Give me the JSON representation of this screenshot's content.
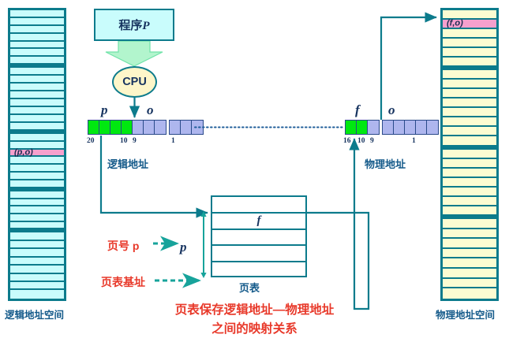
{
  "diagram": {
    "title_lines": [
      "页表保存逻辑地址—物理地址",
      "之间的映射关系"
    ]
  },
  "logical_space": {
    "label": "逻辑地址空间",
    "highlight_cell": "(p,o)",
    "groups": [
      7,
      8,
      7,
      5,
      8
    ],
    "fill_color": "#c9fcfc",
    "border_color": "#0c7b8c",
    "highlight_color": "#f6a0cd"
  },
  "physical_space": {
    "label": "物理地址空间",
    "highlight_cell": "(f,o)",
    "groups": [
      6,
      8,
      7,
      8
    ],
    "fill_color": "#fcfcd2",
    "border_color": "#0c7b8c",
    "highlight_color": "#f6a0cd"
  },
  "program": {
    "label_prefix": "程序",
    "label_var": "P"
  },
  "cpu": {
    "label": "CPU"
  },
  "logical_address": {
    "caption": "逻辑地址",
    "field_p": "p",
    "field_o": "o",
    "ticks": {
      "left": "20",
      "mid_hi": "10",
      "mid_lo": "9",
      "right": "1"
    },
    "green_cells": 4,
    "blue_cells_group1": 3,
    "blue_cells_group2": 3
  },
  "physical_address": {
    "caption": "物理地址",
    "field_f": "f",
    "field_o": "o",
    "ticks": {
      "left": "16",
      "mid_hi": "10",
      "mid_lo": "9",
      "right": "1"
    },
    "green_cells": 2,
    "blue_cells_group1": 1,
    "blue_cells_group2": 5
  },
  "page_table": {
    "caption": "页表",
    "rows": [
      "",
      "f",
      "",
      "",
      ""
    ],
    "entry_value": "f"
  },
  "annotations": {
    "page_number": "页号 p",
    "page_table_base": "页表基址",
    "p_variable": "p"
  },
  "colors": {
    "teal": "#0c7b8c",
    "green_bit": "#00e810",
    "blue_bit": "#aeb6ee",
    "red": "#e8392a",
    "navy": "#16335f"
  }
}
